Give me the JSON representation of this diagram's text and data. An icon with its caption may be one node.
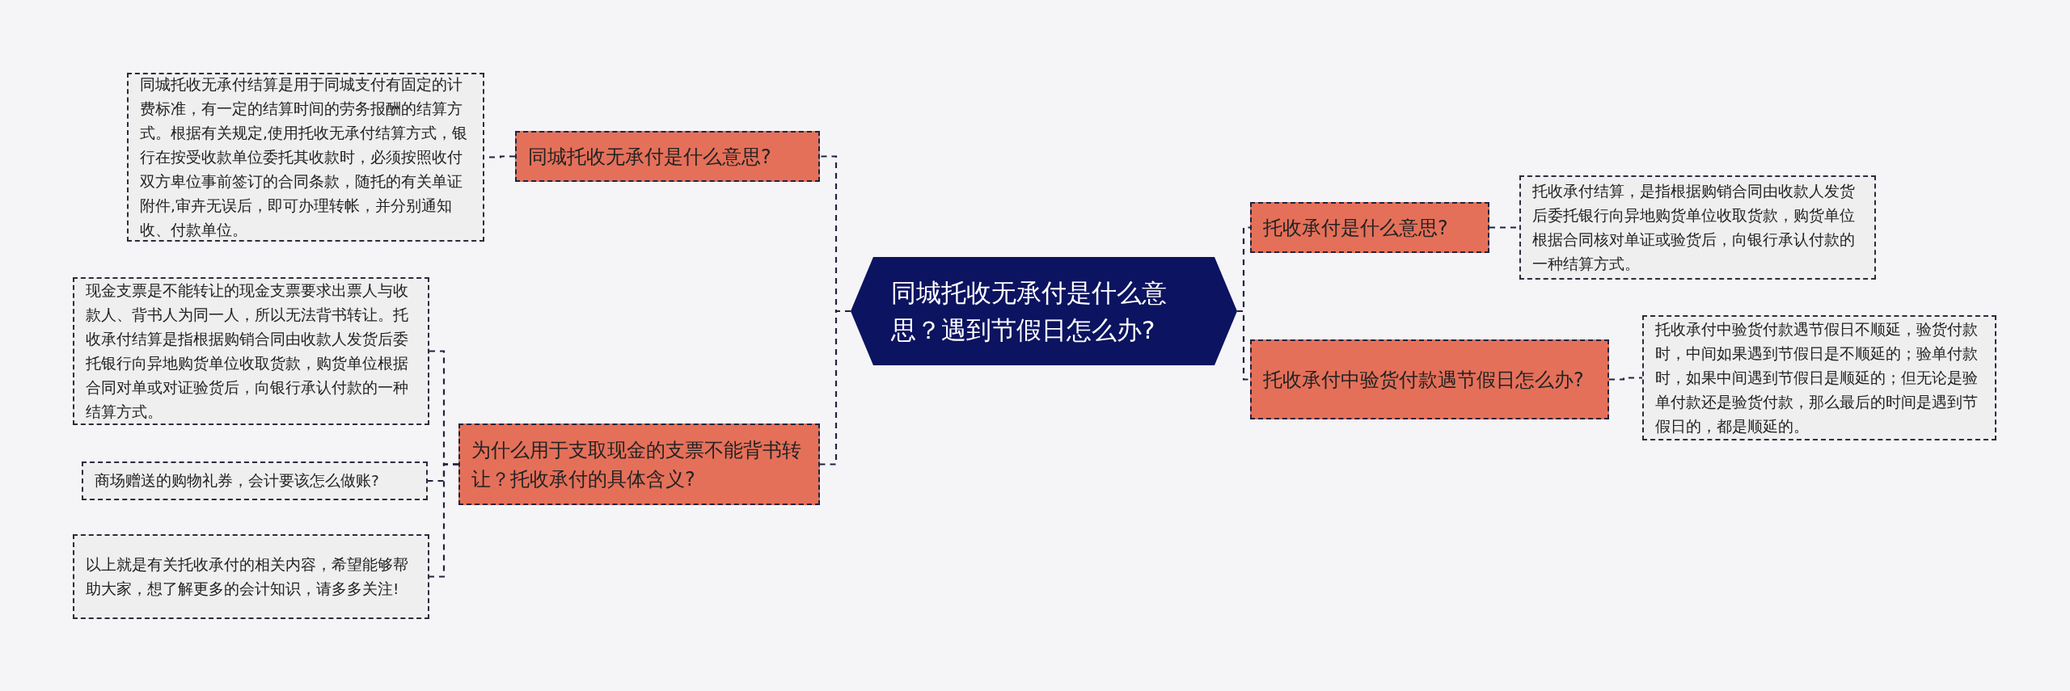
{
  "diagram": {
    "nodes": [
      {
        "text": [
          "同城托收无承付是什么意思？遇到节假日怎么办?"
        ]
      },
      {
        "text": [
          "同城托收无承付是什么意思?"
        ]
      },
      {
        "text": [
          "同城托收无承付结算是用于同城支付有固定的计费标准，有一定的结算时间的劳务报酬的结算方式。根据有关规定,使用托收无承付结算方式，银行在按受收款单位委托其收款时，必须按照收付双方卑位事前签订的合同条款，随托的有关单证附件,审卉无误后，即可办理转帐，并分别通知收、付款单位。"
        ]
      },
      {
        "text": [
          "为什么用于支取现金的支票不能背书转让？托收承付的具体含义?"
        ]
      },
      {
        "text": [
          "现金支票是不能转让的现金支票要求出票人与收款人、背书人为同一人，所以无法背书转让。托收承付结算是指根据购销合同由收款人发货后委托银行向异地购货单位收取货款，购货单位根据合同对单或对证验货后，向银行承认付款的一种结算方式。"
        ]
      },
      {
        "text": [
          "商场赠送的购物礼券，会计要该怎么做账?"
        ]
      },
      {
        "text": [
          "以上就是有关托收承付的相关内容，希望能够帮助大家，想了解更多的会计知识，请多多关注!"
        ]
      },
      {
        "text": [
          "托收承付是什么意思?"
        ]
      },
      {
        "text": [
          "托收承付结算，是指根据购销合同由收款人发货后委托银行向异地购货单位收取货款，购货单位根据合同核对单证或验货后，向银行承认付款的一种结算方式。"
        ]
      },
      {
        "text": [
          "托收承付中验货付款遇节假日怎么办?"
        ]
      },
      {
        "text": [
          "托收承付中验货付款遇节假日不顺延，验货付款时，中间如果遇到节假日是不顺延的；验单付款时，如果中间遇到节假日是顺延的；但无论是验单付款还是验货付款，那么最后的时间是遇到节假日的，都是顺延的。"
        ]
      }
    ],
    "edges": [
      {
        "from": 0,
        "to": 1,
        "arrow": "none"
      },
      {
        "from": 0,
        "to": 3,
        "arrow": "none"
      },
      {
        "from": 0,
        "to": 7,
        "arrow": "none"
      },
      {
        "from": 0,
        "to": 9,
        "arrow": "none"
      },
      {
        "from": 1,
        "to": 2,
        "arrow": "none"
      },
      {
        "from": 3,
        "to": 4,
        "arrow": "none"
      },
      {
        "from": 3,
        "to": 5,
        "arrow": "none"
      },
      {
        "from": 3,
        "to": 6,
        "arrow": "none"
      },
      {
        "from": 7,
        "to": 8,
        "arrow": "none"
      },
      {
        "from": 9,
        "to": 10,
        "arrow": "none"
      }
    ]
  }
}
